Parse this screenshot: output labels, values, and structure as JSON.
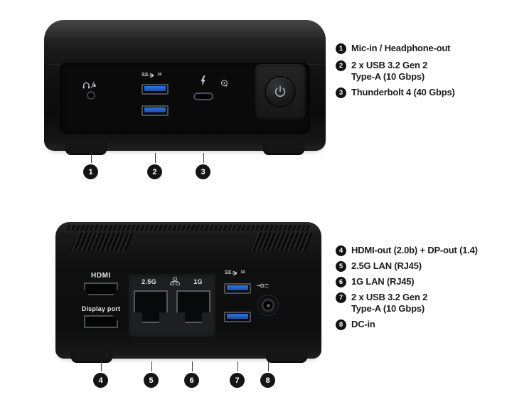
{
  "front": {
    "usb_badge": {
      "ss": "SS",
      "speed": "10"
    },
    "callouts": [
      "1",
      "2",
      "3"
    ]
  },
  "rear": {
    "labels": {
      "hdmi": "HDMI",
      "displayport": "Display port",
      "lan_left": "2.5G",
      "lan_right": "1G"
    },
    "usb_badge": {
      "ss": "SS",
      "speed": "10"
    },
    "callouts": [
      "4",
      "5",
      "6",
      "7",
      "8"
    ]
  },
  "legend_top": [
    {
      "num": "1",
      "lines": [
        "Mic-in / Headphone-out"
      ]
    },
    {
      "num": "2",
      "lines": [
        "2 x USB 3.2 Gen 2",
        "Type-A (10 Gbps)"
      ]
    },
    {
      "num": "3",
      "lines": [
        "Thunderbolt 4 (40 Gbps)"
      ]
    }
  ],
  "legend_bottom": [
    {
      "num": "4",
      "lines": [
        "HDMI-out (2.0b) + DP-out (1.4)"
      ]
    },
    {
      "num": "5",
      "lines": [
        "2.5G LAN (RJ45)"
      ]
    },
    {
      "num": "6",
      "lines": [
        "1G LAN (RJ45)"
      ]
    },
    {
      "num": "7",
      "lines": [
        "2 x USB 3.2 Gen 2",
        "Type-A (10 Gbps)"
      ]
    },
    {
      "num": "8",
      "lines": [
        "DC-in"
      ]
    }
  ],
  "icons": {
    "front": [
      "headset-mic-icon",
      "usb-ss10-badge",
      "thunderbolt-icon",
      "hdd-led-icon",
      "power-icon"
    ],
    "rear": [
      "lan-icon",
      "usb-ss10-badge",
      "dc-in-icon"
    ]
  },
  "colors": {
    "background": "#ffffff",
    "device_black": "#101010",
    "usb_port_blue": "#2565c7",
    "callout_black": "#141414",
    "text_dark": "#1c1c1e"
  }
}
